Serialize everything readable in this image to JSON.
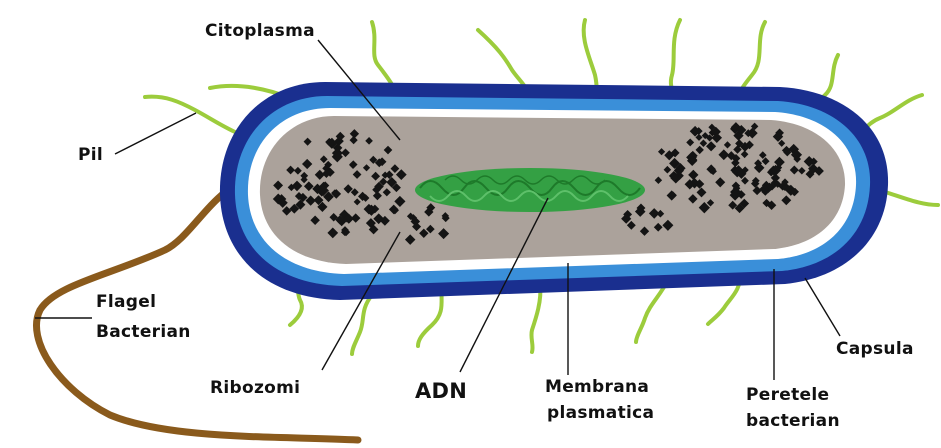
{
  "labels": {
    "citoplasma": "Citoplasma",
    "pil": "Pil",
    "flagel_line1": "Flagel",
    "flagel_line2": "Bacterian",
    "ribozomi": "Ribozomi",
    "adn": "ADN",
    "membrana_line1": "Membrana",
    "membrana_line2": "plasmatica",
    "peretele_line1": "Peretele",
    "peretele_line2": "bacterian",
    "capsula": "Capsula"
  },
  "colors": {
    "capsule": "#1a2f8f",
    "wall": "#3a8fd9",
    "membrane": "#ffffff",
    "cytoplasm": "#aba29b",
    "dna": "#2f9a3a",
    "ribosome": "#141414",
    "pili": "#9ccc3c",
    "flagellum": "#8a5a1c"
  }
}
